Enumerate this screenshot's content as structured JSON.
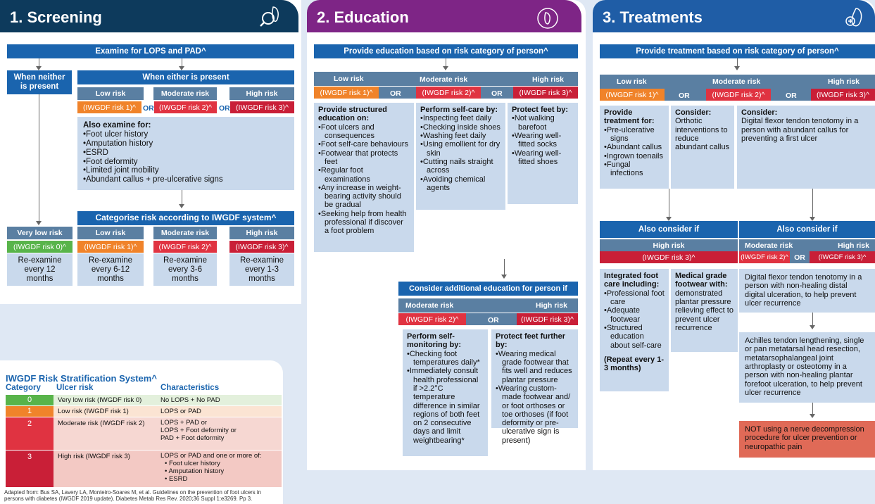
{
  "colors": {
    "screening": "#0d3a5c",
    "education": "#7e2586",
    "treatments": "#1f5da6",
    "header": "#1a64ae",
    "risk0": "#58b44a",
    "risk1": "#f0832a",
    "risk2": "#e03341",
    "risk3": "#c91f37",
    "box": "#c9d9ec",
    "band": "#5a7fa2",
    "notbox": "#e06a57"
  },
  "or": "OR",
  "screening": {
    "title": "1. Screening",
    "icon": "foot-magnifier-icon",
    "examine": "Examine for LOPS and PAD^",
    "neither": "When neither is present",
    "either": "When either is present",
    "risks": [
      {
        "label": "Low risk",
        "pill": "(IWGDF risk 1)^"
      },
      {
        "label": "Moderate risk",
        "pill": "(IWGDF risk 2)^"
      },
      {
        "label": "High risk",
        "pill": "(IWGDF risk 3)^"
      }
    ],
    "also_title": "Also examine for:",
    "also_items": [
      "Foot ulcer history",
      "Amputation history",
      "ESRD",
      "Foot deformity",
      "Limited joint mobility",
      "Abundant callus + pre-ulcerative signs"
    ],
    "categorise": "Categorise risk according to IWGDF system^",
    "cats": [
      {
        "label": "Very low risk",
        "pill": "(IWGDF risk 0)^",
        "reexam": "Re-examine every 12 months"
      },
      {
        "label": "Low risk",
        "pill": "(IWGDF risk 1)^",
        "reexam": "Re-examine every 6-12 months"
      },
      {
        "label": "Moderate risk",
        "pill": "(IWGDF risk 2)^",
        "reexam": "Re-examine every 3-6 months"
      },
      {
        "label": "High risk",
        "pill": "(IWGDF risk 3)^",
        "reexam": "Re-examine every 1-3 months"
      }
    ]
  },
  "education": {
    "title": "2. Education",
    "icon": "foot-icon",
    "provide": "Provide education based on risk category of person^",
    "risks": [
      {
        "label": "Low risk",
        "pill": "(IWGDF risk 1)^"
      },
      {
        "label": "Moderate risk",
        "pill": "(IWGDF risk 2)^"
      },
      {
        "label": "High risk",
        "pill": "(IWGDF risk 3)^"
      }
    ],
    "low_title": "Provide structured education on:",
    "low_items": [
      "Foot ulcers and consequences",
      "Foot self-care behaviours",
      "Footwear that protects feet",
      "Regular foot examinations",
      "Any increase in weight-bearing activity should be gradual",
      "Seeking help from health professional if discover a foot problem"
    ],
    "mod_title": "Perform self-care by:",
    "mod_items": [
      "Inspecting feet daily",
      "Checking inside shoes",
      "Washing feet daily",
      "Using emollient for dry skin",
      "Cutting nails straight across",
      "Avoiding chemical agents"
    ],
    "high_title": "Protect feet by:",
    "high_items": [
      "Not walking barefoot",
      "Wearing well-fitted socks",
      "Wearing well-fitted shoes"
    ],
    "additional": "Consider additional education for person if",
    "add_risks": [
      {
        "label": "Moderate risk",
        "pill": "(IWGDF risk 2)^"
      },
      {
        "label": "High risk",
        "pill": "(IWGDF risk 3)^"
      }
    ],
    "monitor_title": "Perform self-monitoring by:",
    "monitor_items": [
      "Checking foot temperatures daily*",
      "Immediately consult health professional if >2.2°C temperature difference in similar regions of both feet on 2 consecutive days and limit weightbearing*"
    ],
    "protect_title": "Protect feet further by:",
    "protect_items": [
      "Wearing medical grade footwear that fits well and reduces plantar pressure",
      "Wearing custom-made footwear and/ or foot orthoses or toe orthoses (if foot deformity or pre-ulcerative sign is present)"
    ]
  },
  "treatments": {
    "title": "3. Treatments",
    "icon": "foot-plus-icon",
    "provide": "Provide treatment based on risk category of person^",
    "risks": [
      {
        "label": "Low risk",
        "pill": "(IWGDF risk 1)^"
      },
      {
        "label": "Moderate risk",
        "pill": "(IWGDF risk 2)^"
      },
      {
        "label": "High risk",
        "pill": "(IWGDF risk 3)^"
      }
    ],
    "t1_title": "Provide treatment for:",
    "t1_items": [
      "Pre-ulcerative signs",
      "Abundant callus",
      "Ingrown toenails",
      "Fungal infections"
    ],
    "t2_title": "Consider:",
    "t2_text": "Orthotic interventions to reduce abundant callus",
    "t3_title": "Consider:",
    "t3_text": "Digital flexor tendon tenotomy in a person with abundant callus for preventing a first ulcer",
    "also1": "Also consider if",
    "also1_risk": {
      "label": "High risk",
      "pill": "(IWGDF risk 3)^"
    },
    "int_title": "Integrated foot care including:",
    "int_items": [
      "Professional foot care",
      "Adequate footwear",
      "Structured education about self-care"
    ],
    "int_repeat": "(Repeat every 1-3 months)",
    "med_title": "Medical grade footwear with:",
    "med_text": "demonstrated plantar pressure relieving effect to prevent ulcer recurrence",
    "also2": "Also consider if",
    "also2_risks": [
      {
        "label": "Moderate risk",
        "pill": "(IWGDF risk 2)^"
      },
      {
        "label": "High risk",
        "pill": "(IWGDF risk 3)^"
      }
    ],
    "dig_text": "Digital flexor tendon tenotomy in a person with non-healing distal digital ulceration, to help prevent ulcer recurrence",
    "ach_text": "Achilles tendon lengthening, single or pan metatarsal head resection, metatarsophalangeal joint arthroplasty or osteotomy in a person with non-healing plantar forefoot ulceration, to help prevent ulcer recurrence",
    "not_text": "NOT using a nerve decompression procedure for ulcer prevention or neuropathic pain"
  },
  "legend": {
    "title": "IWGDF Risk Stratification System^",
    "headers": [
      "Category",
      "Ulcer risk",
      "Characteristics"
    ],
    "rows": [
      {
        "cat": "0",
        "risk": "Very low risk (IWGDF risk 0)",
        "char": "No LOPS + No PAD",
        "bullets": []
      },
      {
        "cat": "1",
        "risk": "Low risk (IWGDF risk 1)",
        "char": "LOPS or PAD",
        "bullets": []
      },
      {
        "cat": "2",
        "risk": "Moderate risk (IWGDF risk 2)",
        "char": "LOPS + PAD or\nLOPS + Foot deformity or\nPAD + Foot deformity",
        "bullets": []
      },
      {
        "cat": "3",
        "risk": "High risk (IWGDF risk 3)",
        "char": "LOPS or PAD and one or more of:",
        "bullets": [
          "Foot ulcer history",
          "Amputation history",
          "ESRD"
        ]
      }
    ],
    "source": "Adapted from: Bus SA, Lavery LA, Monteiro-Soares M, et al. Guidelines on the prevention of foot ulcers in persons with diabetes (IWGDF 2019 update). Diabetes Metab Res Rev. 2020;36 Suppl 1:e3269. Pp 3."
  }
}
